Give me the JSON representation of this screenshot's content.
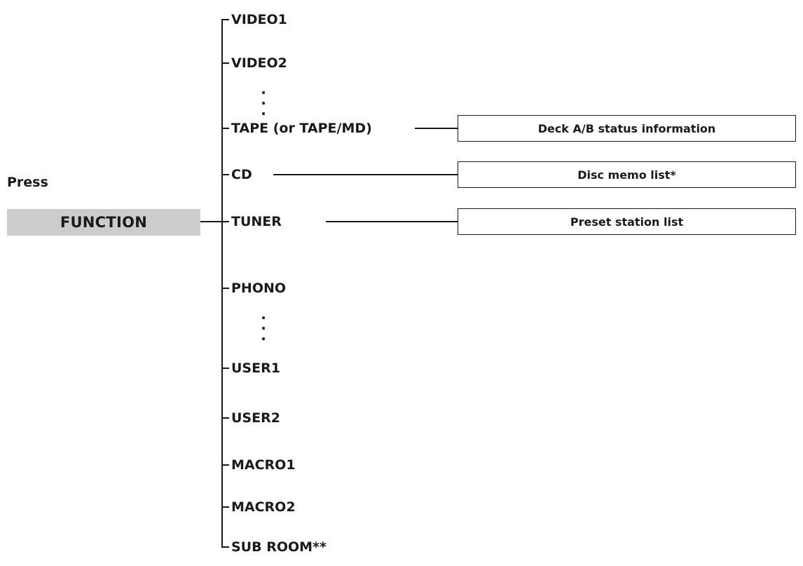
{
  "press_label": "Press",
  "function_button": "FUNCTION",
  "items": [
    "VIDEO1",
    "VIDEO2",
    "TAPE (or TAPE/MD)",
    "CD",
    "TUNER",
    "PHONO",
    "USER1",
    "USER2",
    "MACRO1",
    "MACRO2",
    "SUB ROOM**"
  ],
  "info_boxes": {
    "tape": "Deck A/B status information",
    "cd": "Disc memo list*",
    "tuner": "Preset station list"
  },
  "colors": {
    "button_fill": "#cccccc",
    "line": "#1a1a1a"
  }
}
